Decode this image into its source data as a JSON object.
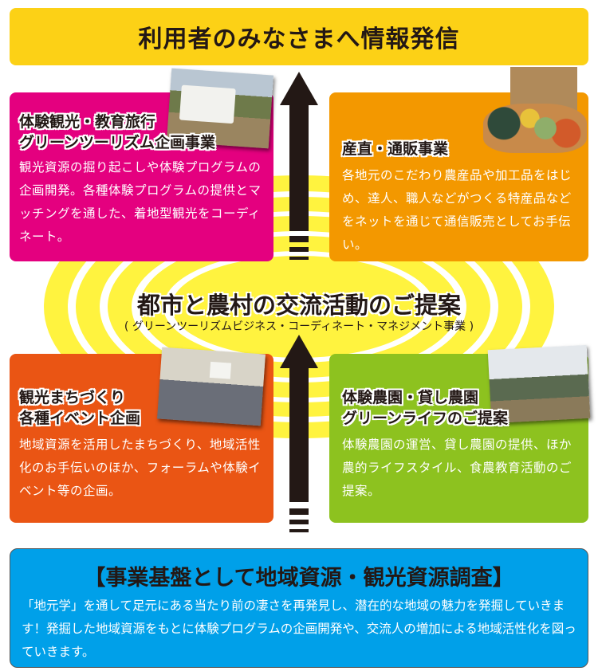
{
  "header": {
    "title": "利用者のみなさまへ情報発信"
  },
  "center": {
    "title": "都市と農村の交流活動のご提案",
    "subtitle": "( グリーンツーリズムビジネス・コーディネート・マネジメント事業 )"
  },
  "boxes": [
    {
      "title_line1": "体験観光・教育旅行",
      "title_line2": "グリーンツーリズム企画事業",
      "body": "観光資源の掘り起こしや体験プログラムの企画開発。各種体験プログラムの提供とマッチングを通した、着地型観光をコーディネート。",
      "color": "#e4007f"
    },
    {
      "title_line1": "産直・通販事業",
      "body": "各地元のこだわり農産品や加工品をはじめ、達人、職人などがつくる特産品などをネットを通じて通信販売としてお手伝い。",
      "color": "#f39800"
    },
    {
      "title_line1": "観光まちづくり",
      "title_line2": "各種イベント企画",
      "body": "地域資源を活用したまちづくり、地域活性化のお手伝いのほか、フォーラムや体験イベント等の企画。",
      "color": "#ea5514"
    },
    {
      "title_line1": "体験農園・貸し農園",
      "title_line2": "グリーンライフのご提案",
      "body": "体験農園の運営、貸し農園の提供、ほか農的ライフスタイル、食農教育活動のご提案。",
      "color": "#8dc21f"
    }
  ],
  "footer": {
    "title": "【事業基盤として地域資源・観光資源調査】",
    "body": "「地元学」を通して足元にある当たり前の凄さを再発見し、潜在的な地域の魅力を発掘していきます！発掘した地域資源をもとに体験プログラムの企画開発や、交流人の増加による地域活性化を図っていきます。",
    "color": "#00a0e9"
  },
  "colors": {
    "banner": "#fcd116",
    "rings": "#fff33f",
    "arrow": "#231815"
  }
}
